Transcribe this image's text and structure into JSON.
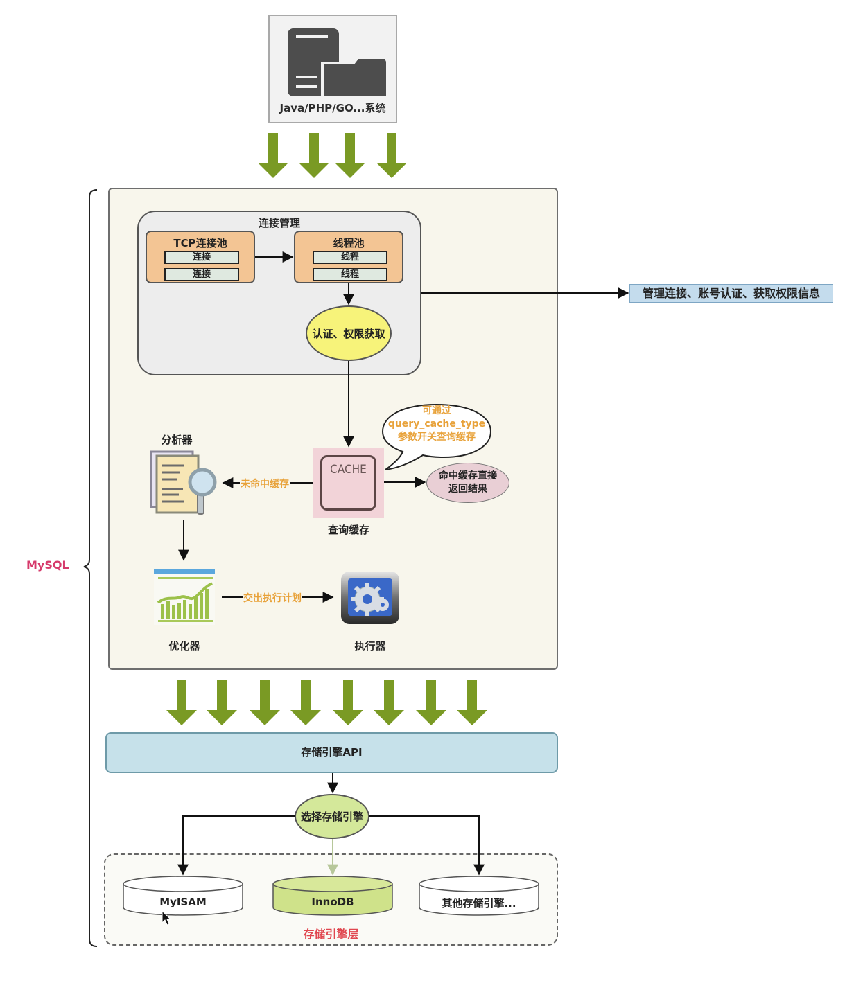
{
  "client": {
    "label": "Java/PHP/GO...系统",
    "icon": "server-folder-icon"
  },
  "mysql_label": "MySQL",
  "connection_management": {
    "title": "连接管理",
    "tcp_pool": {
      "title": "TCP连接池",
      "items": [
        "连接",
        "连接"
      ]
    },
    "thread_pool": {
      "title": "线程池",
      "items": [
        "线程",
        "线程"
      ]
    },
    "auth": "认证、权限获取",
    "side_note": "管理连接、账号认证、获取权限信息"
  },
  "query_cache": {
    "box_text": "CACHE",
    "label": "查询缓存",
    "callout": [
      "可通过",
      "query_cache_type",
      "参数开关查询缓存"
    ],
    "hit": [
      "命中缓存直接",
      "返回结果"
    ],
    "miss_label": "未命中缓存"
  },
  "parser": {
    "label": "分析器",
    "icon": "document-magnifier-icon"
  },
  "optimizer": {
    "label": "优化器",
    "icon": "chart-growth-icon"
  },
  "executor": {
    "label": "执行器",
    "icon": "gear-icon"
  },
  "plan_label": "交出执行计划",
  "storage_api": "存储引擎API",
  "select_engine": "选择存储引擎",
  "engines": [
    "MyISAM",
    "InnoDB",
    "其他存储引擎..."
  ],
  "engine_layer_label": "存储引擎层",
  "colors": {
    "green_arrow": "#7a9a24",
    "pool_orange": "#f3c594",
    "auth_yellow": "#f7f37a",
    "cache_pink": "#f2d3d8",
    "orange_text": "#e8a23a",
    "api_blue": "#c6e1ea",
    "innodb_green": "#cfe28a",
    "mysql_red": "#d63a6b",
    "layer_red": "#e0464f"
  }
}
